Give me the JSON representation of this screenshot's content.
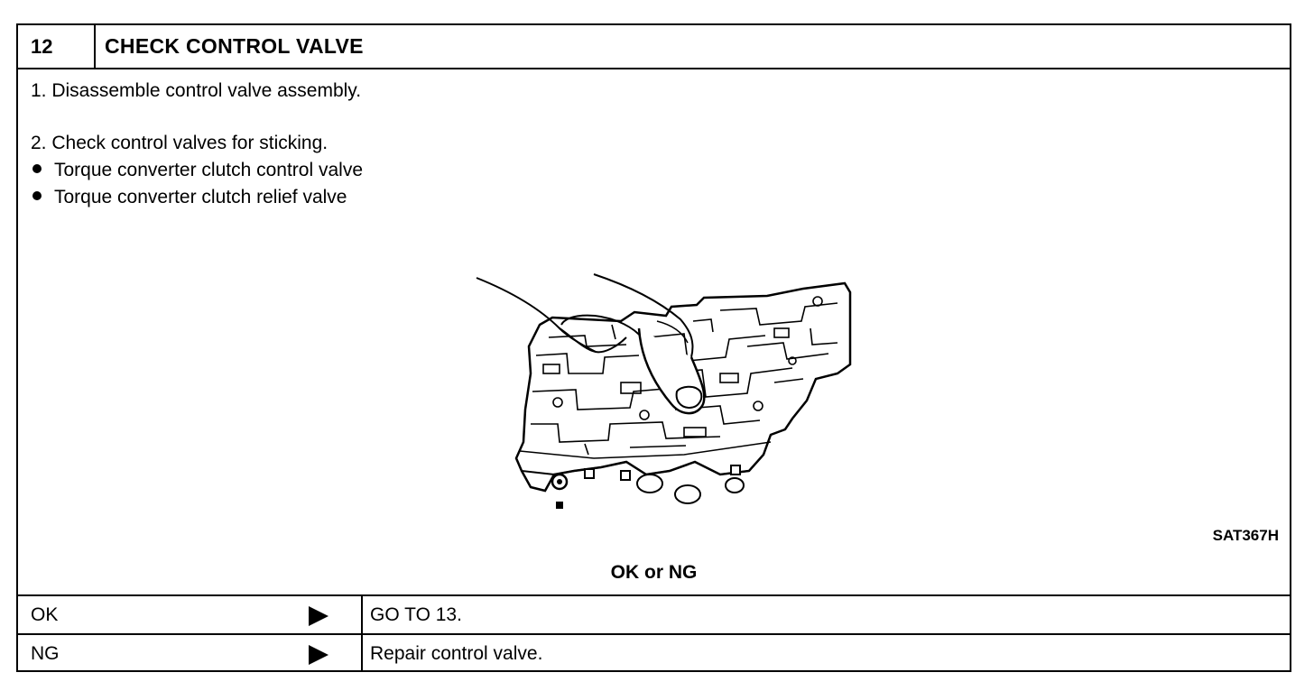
{
  "step": {
    "number": "12",
    "title": "CHECK CONTROL VALVE"
  },
  "instructions": {
    "step1": "1.  Disassemble control valve assembly.",
    "step2": "2.  Check control valves for sticking.",
    "bullets": [
      "Torque converter clutch control valve",
      "Torque converter clutch relief valve"
    ]
  },
  "figure": {
    "code": "SAT367H",
    "icon": "control-valve-illustration"
  },
  "decision": {
    "prompt": "OK or NG"
  },
  "results": [
    {
      "label": "OK",
      "action": "GO TO 13."
    },
    {
      "label": "NG",
      "action": "Repair control valve."
    }
  ]
}
